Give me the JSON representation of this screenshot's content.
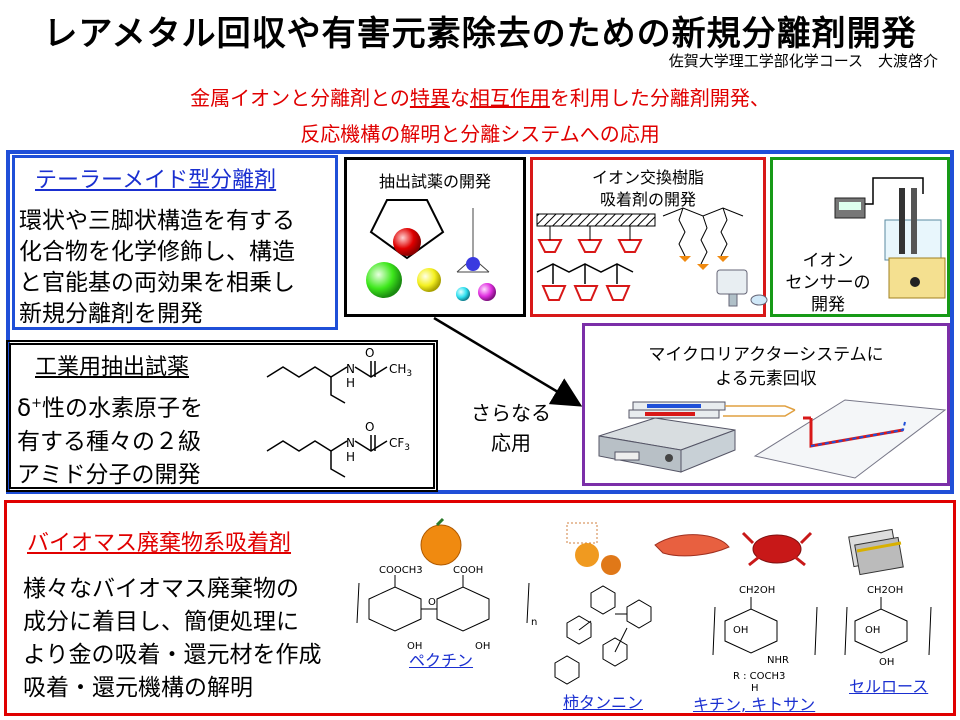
{
  "title": "レアメタル回収や有害元素除去のための新規分離剤開発",
  "author": "佐賀大学理工学部化学コース　大渡啓介",
  "subtitle": {
    "line1_pre": "金属イオンと分離剤との",
    "line1_u1": "特異",
    "line1_mid1": "な",
    "line1_u2": "相互作用",
    "line1_post": "を利用した分離剤開発、",
    "line2": "反応機構の解明と分離システムへの応用"
  },
  "tailor_made": {
    "heading": "テーラーメイド型分離剤",
    "lines": [
      "環状や三脚状構造を有する",
      "化合物を化学修飾し、構造",
      "と官能基の両効果を相乗し",
      "新規分離剤を開発"
    ]
  },
  "extraction_box": {
    "label": "抽出試薬の開発"
  },
  "ion_exchange_box": {
    "label_line1": "イオン交換樹脂",
    "label_line2": "吸着剤の開発"
  },
  "ion_sensor_box": {
    "label_line1": "イオン",
    "label_line2": "センサーの",
    "label_line3": "開発"
  },
  "industrial": {
    "heading": "工業用抽出試薬",
    "line1_pre": "δ",
    "line1_sup": "+",
    "line1_post": "性の水素原子を",
    "line2": "有する種々の２級",
    "line3": "アミド分子の開発",
    "chem1_o": "O",
    "chem1_n": "N",
    "chem1_h": "H",
    "chem1_group": "CH",
    "chem1_sub": "3",
    "chem2_o": "O",
    "chem2_n": "N",
    "chem2_h": "H",
    "chem2_group": "CF",
    "chem2_sub": "3"
  },
  "further": {
    "line1": "さらなる",
    "line2": "応用"
  },
  "micro": {
    "line1": "マイクロリアクターシステムに",
    "line2": "よる元素回収"
  },
  "biomass": {
    "heading": "バイオマス廃棄物系吸着剤",
    "lines": [
      "様々なバイオマス廃棄物の",
      "成分に着目し、簡便処理に",
      "より金の吸着・還元材を作成",
      "吸着・還元機構の解明"
    ],
    "captions": {
      "pectin": "ペクチン",
      "tannin": "柿タンニン",
      "chitin": "キチン, キトサン",
      "cellulose": "セルロース"
    },
    "pectin_groups": [
      "COOCH3",
      "COOH"
    ],
    "chitin_groups": [
      "CH2OH",
      "R : COCH3",
      "H",
      "NHR"
    ],
    "cellulose_group": "CH2OH",
    "ring_labels": [
      "OH",
      "O",
      "n"
    ]
  },
  "colors": {
    "red": "#e00000",
    "blue": "#1f4fd8",
    "green": "#179a17",
    "purple": "#7b2fa8",
    "orange": "#f08a10"
  }
}
